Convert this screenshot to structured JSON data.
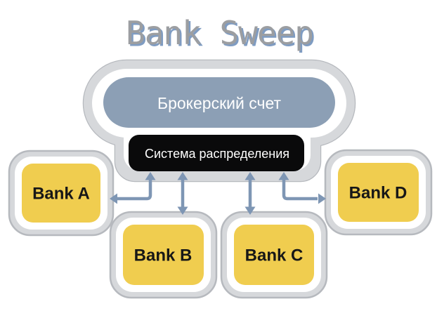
{
  "title": {
    "text": "Bank Sweep"
  },
  "nodes": {
    "broker_account": {
      "label": "Брокерский счет"
    },
    "distribution_system": {
      "label": "Система распределения"
    }
  },
  "banks": [
    {
      "label": "Bank A"
    },
    {
      "label": "Bank B"
    },
    {
      "label": "Bank C"
    },
    {
      "label": "Bank D"
    }
  ],
  "colors": {
    "title_main": "#9c9ea1",
    "title_shadow": "#7f9cc2",
    "pill_fill": "#8c9fb5",
    "box_fill": "#0a0a0b",
    "bank_fill": "#f0cd4f",
    "arrow": "#7e96b4",
    "sticker_gray": "#d6d8db",
    "sticker_edge": "#b6b9be",
    "sticker_white": "#ffffff",
    "node_text": "#ffffff",
    "bank_text": "#171717"
  }
}
